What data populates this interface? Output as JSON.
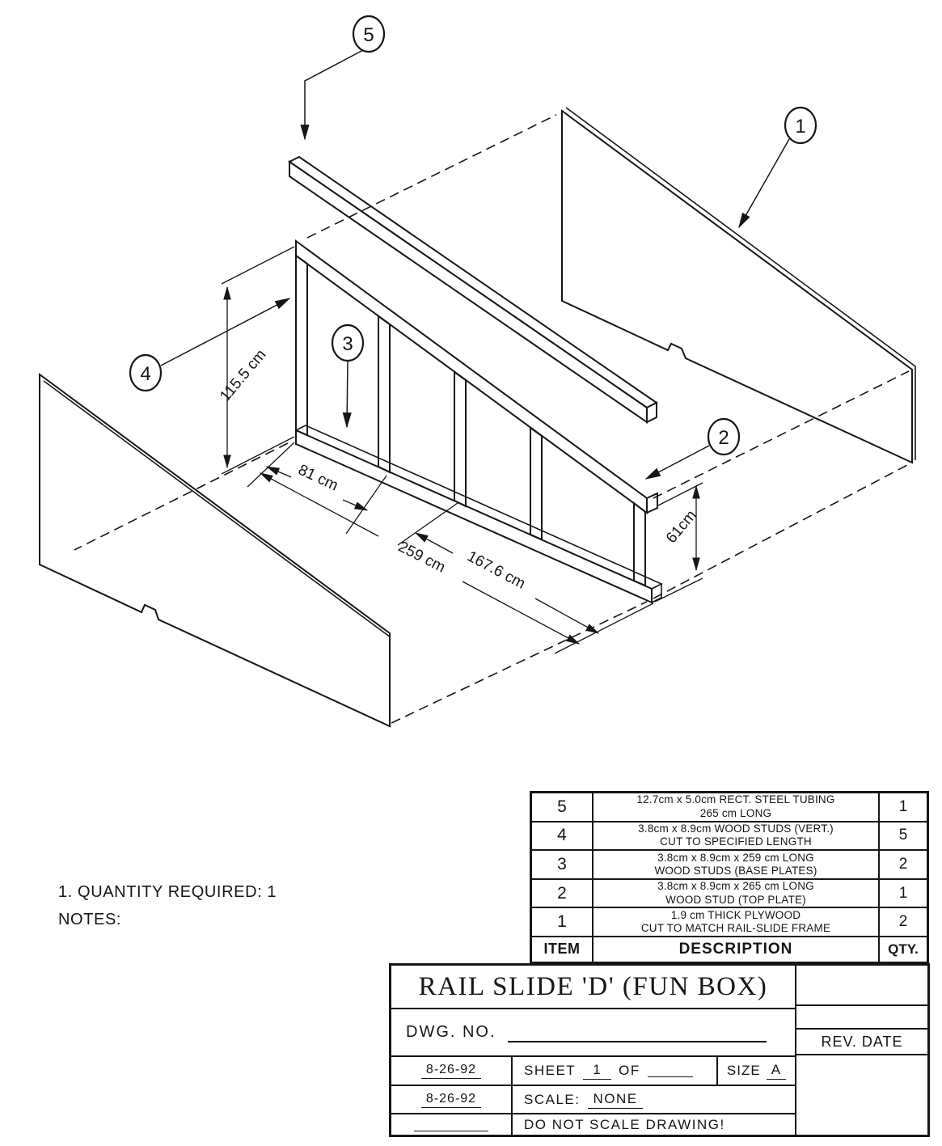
{
  "drawing": {
    "callouts": [
      {
        "id": "5"
      },
      {
        "id": "1"
      },
      {
        "id": "4"
      },
      {
        "id": "3"
      },
      {
        "id": "2"
      }
    ],
    "dimensions": {
      "height": "115.5 cm",
      "base_left": "81 cm",
      "base_total": "259 cm",
      "base_mid": "167.6 cm",
      "toe_height": "61cm"
    }
  },
  "notes": {
    "line1": "1. QUANTITY REQUIRED: 1",
    "line2": "NOTES:"
  },
  "parts_table": {
    "headers": {
      "item": "ITEM",
      "description": "DESCRIPTION",
      "qty": "QTY."
    },
    "rows": [
      {
        "item": "5",
        "desc_line1": "12.7cm x 5.0cm RECT. STEEL TUBING",
        "desc_line2": "265 cm LONG",
        "qty": "1"
      },
      {
        "item": "4",
        "desc_line1": "3.8cm x 8.9cm WOOD STUDS (VERT.)",
        "desc_line2": "CUT TO SPECIFIED LENGTH",
        "qty": "5"
      },
      {
        "item": "3",
        "desc_line1": "3.8cm x 8.9cm x 259 cm LONG",
        "desc_line2": "WOOD STUDS (BASE PLATES)",
        "qty": "2"
      },
      {
        "item": "2",
        "desc_line1": "3.8cm x 8.9cm x 265 cm LONG",
        "desc_line2": "WOOD STUD (TOP PLATE)",
        "qty": "1"
      },
      {
        "item": "1",
        "desc_line1": "1.9 cm THICK PLYWOOD",
        "desc_line2": "CUT TO MATCH RAIL-SLIDE FRAME",
        "qty": "2"
      }
    ]
  },
  "title_block": {
    "title": "RAIL SLIDE 'D' (FUN BOX)",
    "dwg_no_label": "DWG. NO.",
    "rev_date_label": "REV. DATE",
    "date1": "8-26-92",
    "date2": "8-26-92",
    "sheet_label": "SHEET",
    "sheet_number": "1",
    "of_label": "OF",
    "size_label": "SIZE",
    "size_value": "A",
    "scale_label": "SCALE:",
    "scale_value": "NONE",
    "do_not_scale": "DO NOT SCALE DRAWING!"
  },
  "ink_color": "#161616"
}
